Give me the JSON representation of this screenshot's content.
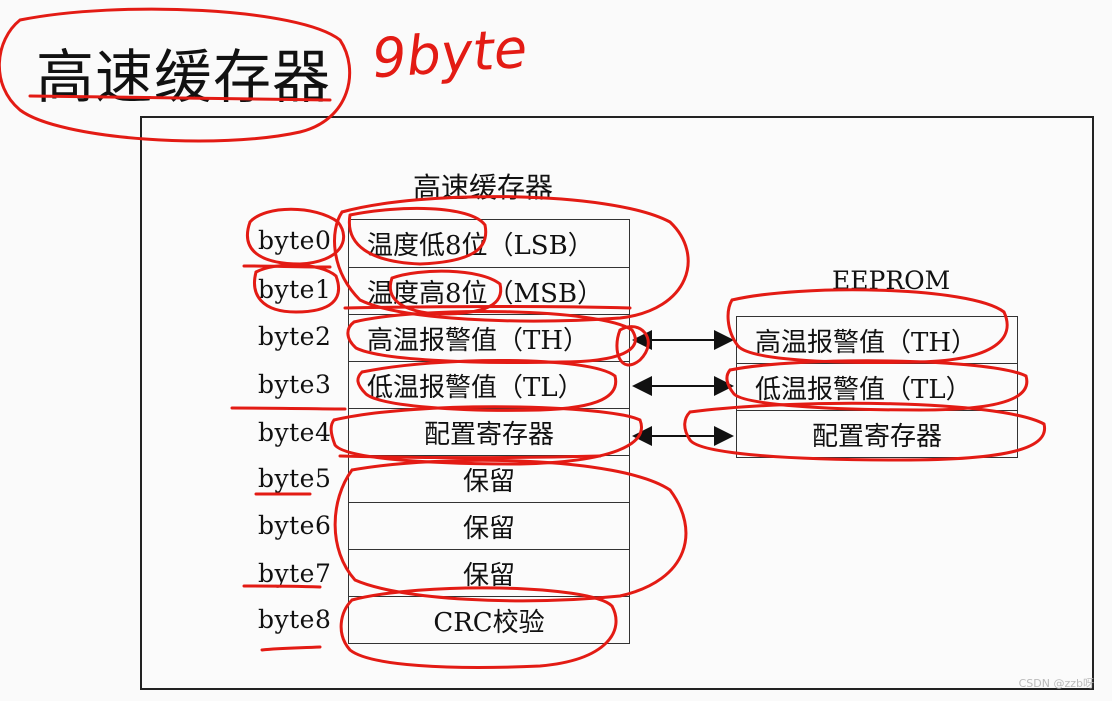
{
  "heading": "高速缓存器",
  "handwritten_note": "9byte",
  "diagram": {
    "title": "高速缓存器",
    "eeprom_title": "EEPROM",
    "bytes": [
      {
        "label": "byte0",
        "cell": "温度低8位（LSB）"
      },
      {
        "label": "byte1",
        "cell": "温度高8位（MSB）"
      },
      {
        "label": "byte2",
        "cell": "高温报警值（TH）"
      },
      {
        "label": "byte3",
        "cell": "低温报警值（TL）"
      },
      {
        "label": "byte4",
        "cell": "配置寄存器"
      },
      {
        "label": "byte5",
        "cell": "保留"
      },
      {
        "label": "byte6",
        "cell": "保留"
      },
      {
        "label": "byte7",
        "cell": "保留"
      },
      {
        "label": "byte8",
        "cell": "CRC校验"
      }
    ],
    "eeprom_cells": [
      "高温报警值（TH）",
      "低温报警值（TL）",
      "配置寄存器"
    ]
  },
  "watermark": "CSDN @zzb呀",
  "annotation_color": "#e31b14"
}
